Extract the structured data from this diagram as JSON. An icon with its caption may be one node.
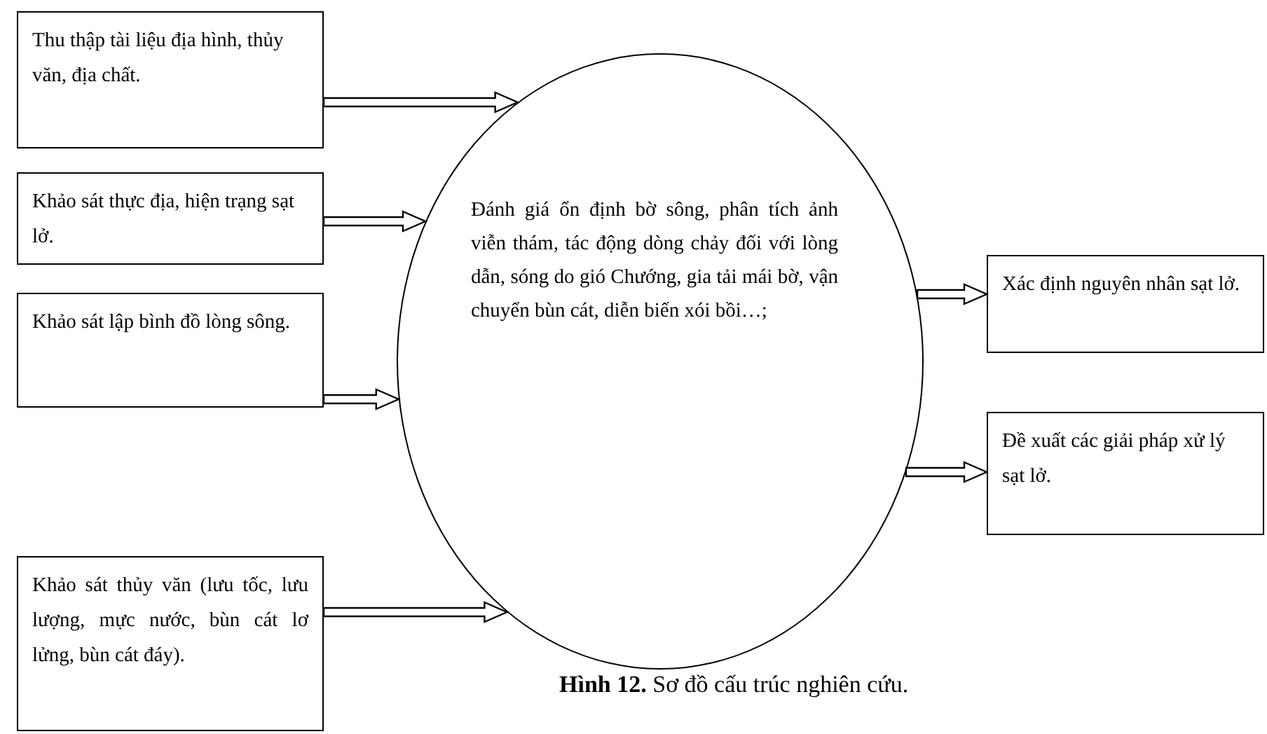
{
  "diagram": {
    "caption": "**Hình 12.** Sơ đồ cấu trúc nghiên cứu.",
    "nodes": [
      {
        "text": [
          "Thu thập tài liệu địa hình, thủy văn, địa chất."
        ]
      },
      {
        "text": [
          "Khảo sát thực địa, hiện trạng sạt lở."
        ]
      },
      {
        "text": [
          "Khảo sát lập bình đồ lòng sông."
        ]
      },
      {
        "text": [
          "Khảo sát thủy văn (lưu tốc, lưu lượng, mực nước, bùn cát lơ lửng, bùn cát đáy)."
        ]
      },
      {
        "text": [
          "Đánh giá ổn định bờ sông, phân tích ảnh viễn thám, tác động dòng chảy đối với lòng dẫn, sóng do gió Chướng, gia tải mái bờ, vận chuyển bùn cát, diễn biến xói bồi…;"
        ]
      },
      {
        "text": [
          "Xác định nguyên nhân sạt lở."
        ]
      },
      {
        "text": [
          "Đề xuất các giải pháp xử lý sạt lở."
        ]
      }
    ],
    "edges": [
      {
        "from": 0,
        "to": 4,
        "arrow": "to"
      },
      {
        "from": 1,
        "to": 4,
        "arrow": "to"
      },
      {
        "from": 2,
        "to": 4,
        "arrow": "to"
      },
      {
        "from": 3,
        "to": 4,
        "arrow": "to"
      },
      {
        "from": 4,
        "to": 5,
        "arrow": "to"
      },
      {
        "from": 4,
        "to": 6,
        "arrow": "to"
      }
    ]
  }
}
